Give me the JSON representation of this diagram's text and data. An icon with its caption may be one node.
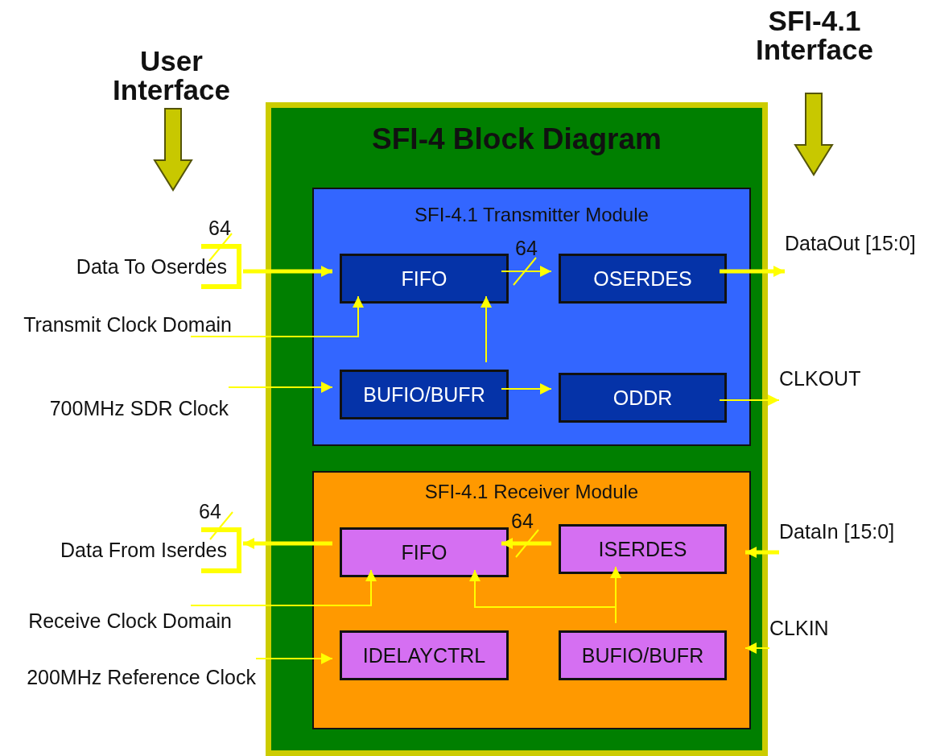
{
  "diagram": {
    "nodes": [
      {
        "text": [
          "SFI-4 Block Diagram"
        ]
      },
      {
        "text": [
          "SFI-4.1 Transmitter Module"
        ],
        "in": 0
      },
      {
        "text": [
          "FIFO"
        ],
        "in": 1
      },
      {
        "text": [
          "OSERDES"
        ],
        "in": 1
      },
      {
        "text": [
          "BUFIO/BUFR"
        ],
        "in": 1
      },
      {
        "text": [
          "ODDR"
        ],
        "in": 1
      },
      {
        "text": [
          "SFI-4.1 Receiver Module"
        ],
        "in": 0
      },
      {
        "text": [
          "FIFO"
        ],
        "in": 6
      },
      {
        "text": [
          "ISERDES"
        ],
        "in": 6
      },
      {
        "text": [
          "IDELAYCTRL"
        ],
        "in": 6
      },
      {
        "text": [
          "BUFIO/BUFR"
        ],
        "in": 6
      },
      {
        "text": [
          "Data To Oserdes"
        ]
      },
      {
        "text": [
          "Transmit Clock Domain"
        ]
      },
      {
        "text": [
          "700MHz SDR Clock"
        ]
      },
      {
        "text": [
          "DataOut [15:0]"
        ]
      },
      {
        "text": [
          "CLKOUT"
        ]
      },
      {
        "text": [
          "Data From Iserdes"
        ]
      },
      {
        "text": [
          "Receive Clock Domain"
        ]
      },
      {
        "text": [
          "200MHz Reference Clock"
        ]
      },
      {
        "text": [
          "DataIn [15:0]"
        ]
      },
      {
        "text": [
          "CLKIN"
        ]
      }
    ],
    "edges": [
      {
        "from": 11,
        "to": 2,
        "arrow": "to",
        "label": "64",
        "style": "thick"
      },
      {
        "from": 12,
        "to": 2,
        "arrow": "to"
      },
      {
        "from": 13,
        "to": 4,
        "arrow": "to"
      },
      {
        "from": 2,
        "to": 3,
        "arrow": "to",
        "label": "64"
      },
      {
        "from": 4,
        "to": 2,
        "arrow": "to"
      },
      {
        "from": 4,
        "to": 5,
        "arrow": "to"
      },
      {
        "from": 3,
        "to": 14,
        "arrow": "to",
        "style": "thick"
      },
      {
        "from": 5,
        "to": 15,
        "arrow": "to"
      },
      {
        "from": 8,
        "to": 7,
        "arrow": "to",
        "label": "64",
        "style": "thick"
      },
      {
        "from": 7,
        "to": 16,
        "arrow": "to",
        "label": "64",
        "style": "thick"
      },
      {
        "from": 17,
        "to": 7,
        "arrow": "to"
      },
      {
        "from": 10,
        "to": 7,
        "arrow": "to"
      },
      {
        "from": 10,
        "to": 8,
        "arrow": "to"
      },
      {
        "from": 18,
        "to": 9,
        "arrow": "to"
      },
      {
        "from": 19,
        "to": 6,
        "arrow": "to",
        "style": "thick"
      },
      {
        "from": 20,
        "to": 6,
        "arrow": "to"
      }
    ],
    "labels": [
      "User Interface",
      "SFI-4.1 Interface"
    ]
  }
}
